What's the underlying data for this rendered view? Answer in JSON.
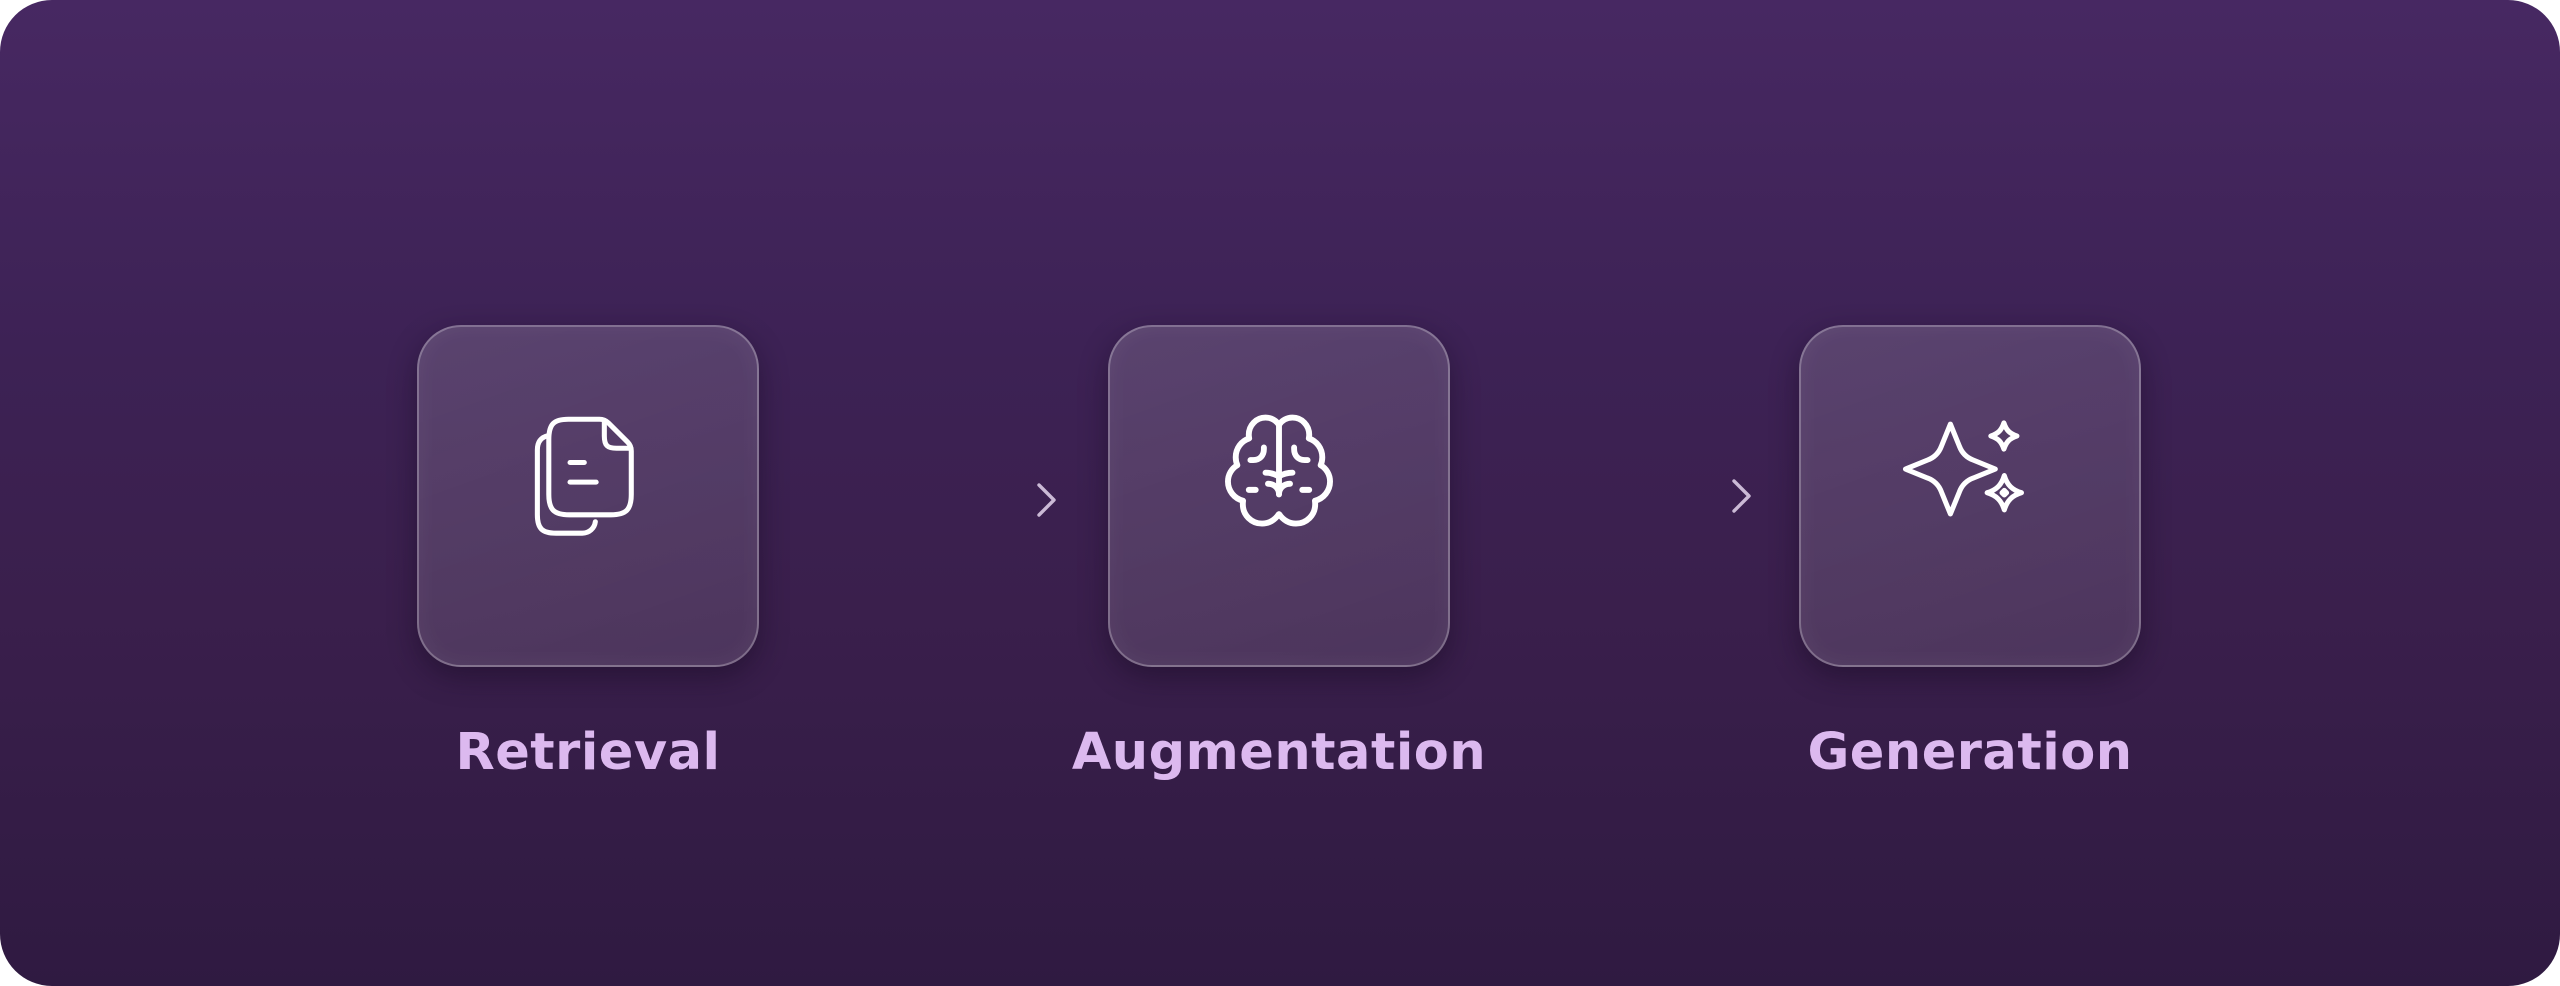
{
  "diagram": {
    "stages": [
      {
        "label": "Retrieval",
        "icon": "documents-icon"
      },
      {
        "label": "Augmentation",
        "icon": "brain-icon"
      },
      {
        "label": "Generation",
        "icon": "sparkles-icon"
      }
    ],
    "connectors": [
      {
        "from": "Retrieval",
        "to": "Augmentation"
      },
      {
        "from": "Augmentation",
        "to": "Generation"
      }
    ]
  },
  "colors": {
    "background_top": "#472862",
    "background_bottom": "#2f1a41",
    "label": "#dcb9ef",
    "icon_stroke": "#ffffff",
    "arrow": "#e7dcee"
  }
}
